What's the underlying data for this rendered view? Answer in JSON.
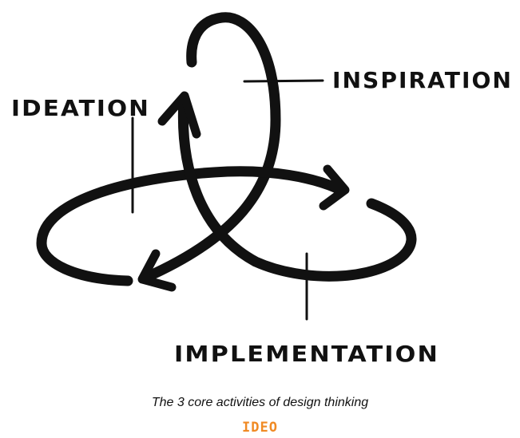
{
  "labels": {
    "inspiration": "INSPIRATION",
    "ideation": "IDEATION",
    "implementation": "IMPLEMENTATION"
  },
  "caption": "The 3 core activities of design thinking",
  "brand": "IDEO",
  "colors": {
    "ink": "#111111",
    "brand": "#F08A24",
    "background": "#FFFFFF"
  }
}
